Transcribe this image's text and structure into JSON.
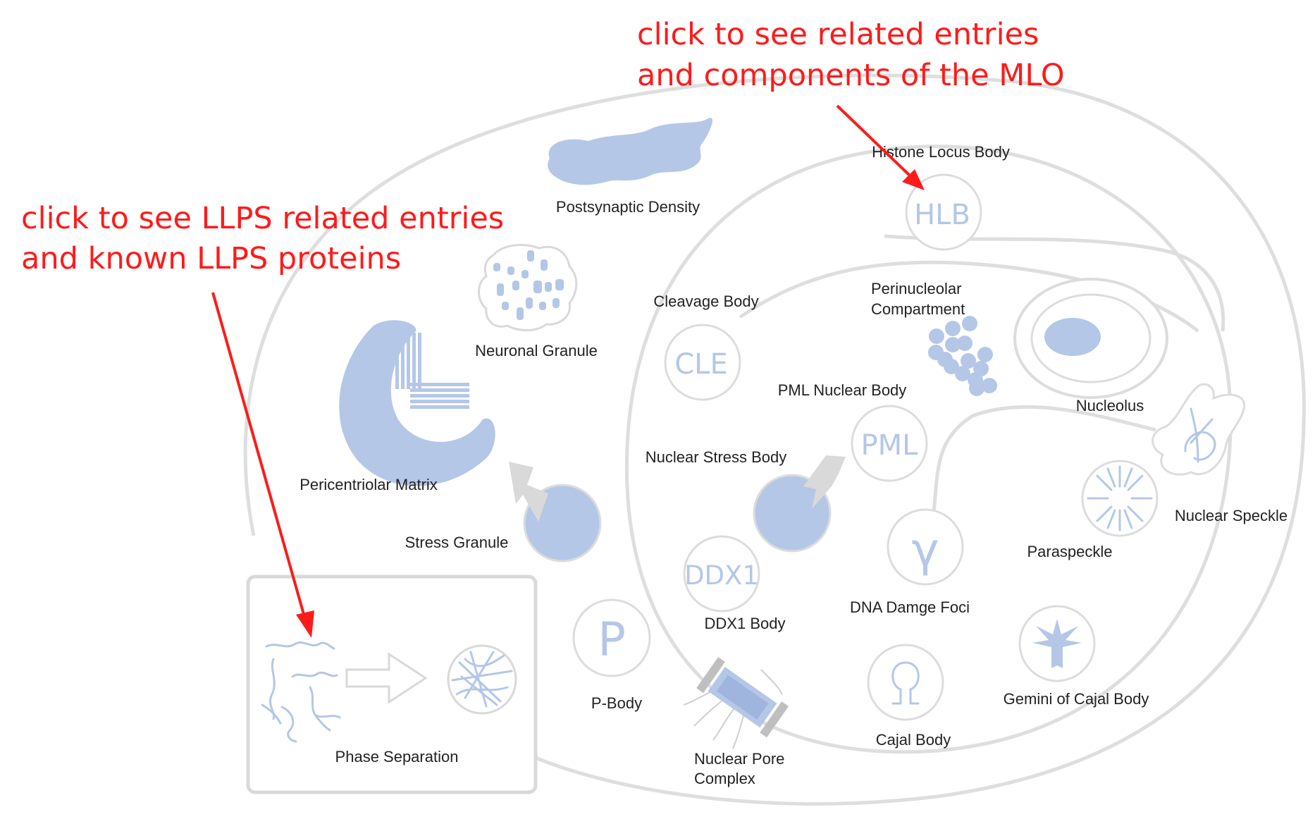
{
  "annotations": {
    "mlo_line1": "click to see related entries",
    "mlo_line2": "and components of the MLO",
    "llps_line1": "click to see LLPS related entries",
    "llps_line2": "and known LLPS proteins"
  },
  "organelles": {
    "postsynaptic_density": "Postsynaptic Density",
    "neuronal_granule": "Neuronal Granule",
    "pericentriolar_matrix": "Pericentriolar Matrix",
    "stress_granule": "Stress Granule",
    "p_body": "P-Body",
    "p_body_symbol": "P",
    "nuclear_pore_line1": "Nuclear Pore",
    "nuclear_pore_line2": "Complex",
    "histone_locus_body": "Histone Locus Body",
    "hlb_symbol": "HLB",
    "cleavage_body": "Cleavage Body",
    "cle_symbol": "CLE",
    "perinucleolar_line1": "Perinucleolar",
    "perinucleolar_line2": "Compartment",
    "nucleolus": "Nucleolus",
    "pml_nuclear_body": "PML Nuclear Body",
    "pml_symbol": "PML",
    "nuclear_stress_body": "Nuclear Stress Body",
    "ddx1_symbol": "DDX1",
    "ddx1_body": "DDX1 Body",
    "dna_damage_foci": "DNA Damge Foci",
    "dna_damage_symbol": "γ",
    "cajal_body": "Cajal Body",
    "gemini_of_cajal_body": "Gemini of Cajal Body",
    "paraspeckle": "Paraspeckle",
    "nuclear_speckle": "Nuclear Speckle"
  },
  "phase_separation": {
    "label": "Phase Separation"
  },
  "colors": {
    "accent_blue": "#b4c7e7",
    "annotation_red": "#ff1a1a",
    "outline_grey": "#dedede"
  }
}
